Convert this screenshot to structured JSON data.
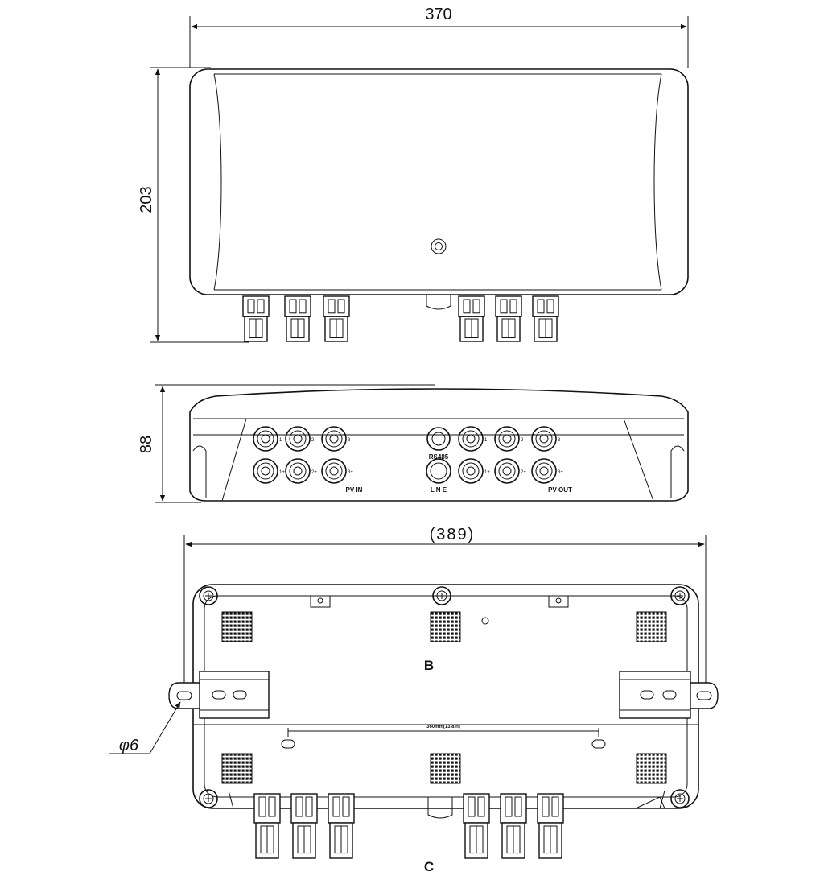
{
  "dimensions": {
    "top_width": "370",
    "top_height": "203",
    "front_height": "88",
    "bottom_width": "(389)",
    "hole_diameter": "φ6"
  },
  "front_labels": {
    "pv_in": "PV IN",
    "pv_out": "PV OUT",
    "rs485": "RS485",
    "lne": "L N E",
    "in_numbers": [
      "1-",
      "2-",
      "3-",
      "1+",
      "2+",
      "3+"
    ],
    "out_numbers": [
      "1-",
      "2-",
      "3-",
      "1+",
      "2+",
      "3+"
    ]
  },
  "bottom_labels": {
    "section_b": "B",
    "section_c": "C",
    "slot_spacing": "360mm(13.8in)"
  },
  "colors": {
    "line": "#111111",
    "background": "#ffffff"
  }
}
